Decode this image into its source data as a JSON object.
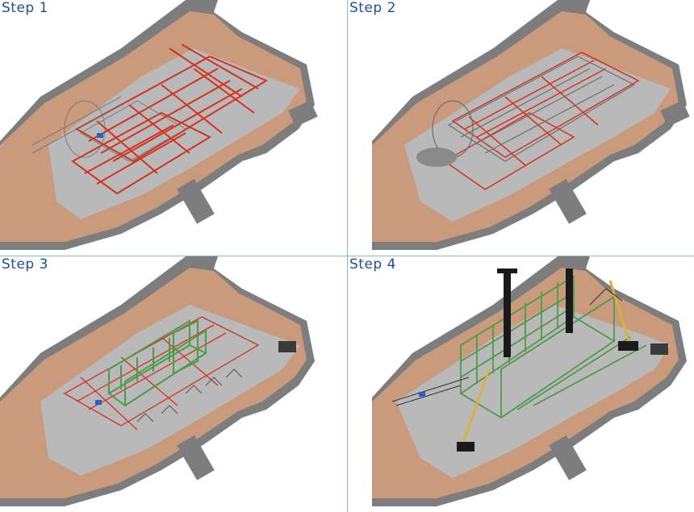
{
  "panels": [
    {
      "label": "Step 1"
    },
    {
      "label": "Step 2"
    },
    {
      "label": "Step 3"
    },
    {
      "label": "Step 4"
    }
  ],
  "colors": {
    "label": "#1f4e9a",
    "divider": "#8cb7d4",
    "ground": "#c99a7c",
    "wall": "#7d7d7d",
    "slab": "#b9b9b9",
    "red_frame": "#d4321e",
    "steel_grey": "#6e6e6e",
    "green_structure": "#4f9a4a",
    "crane_black": "#1a1a1a",
    "crane_yellow": "#d8b23a"
  }
}
